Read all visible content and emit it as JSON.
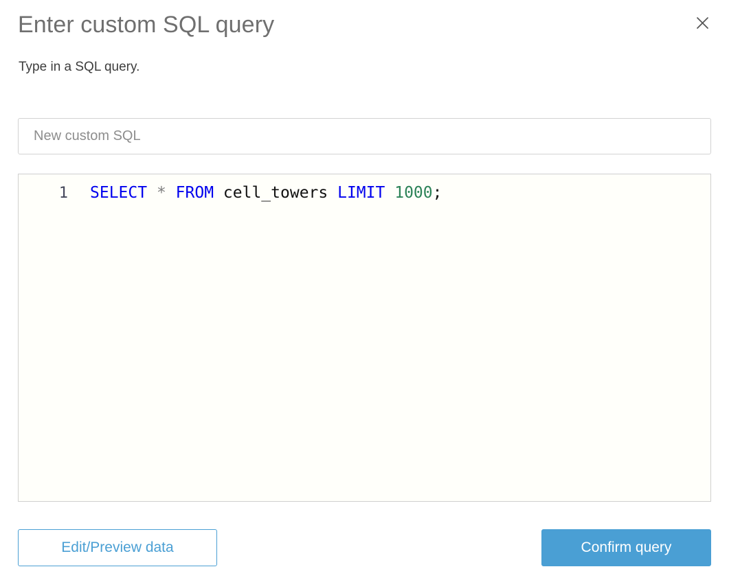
{
  "dialog": {
    "title": "Enter custom SQL query",
    "subtitle": "Type in a SQL query.",
    "close_icon": "close-icon"
  },
  "name_field": {
    "value": "New custom SQL",
    "placeholder": "New custom SQL"
  },
  "editor": {
    "lines": [
      {
        "number": "1",
        "tokens": [
          {
            "text": "SELECT",
            "type": "keyword"
          },
          {
            "text": " ",
            "type": "plain"
          },
          {
            "text": "*",
            "type": "operator"
          },
          {
            "text": " ",
            "type": "plain"
          },
          {
            "text": "FROM",
            "type": "keyword"
          },
          {
            "text": " ",
            "type": "plain"
          },
          {
            "text": "cell_towers",
            "type": "identifier"
          },
          {
            "text": " ",
            "type": "plain"
          },
          {
            "text": "LIMIT",
            "type": "keyword"
          },
          {
            "text": " ",
            "type": "plain"
          },
          {
            "text": "1000",
            "type": "number"
          },
          {
            "text": ";",
            "type": "punct"
          }
        ],
        "plain_text": "SELECT * FROM cell_towers LIMIT 1000;"
      }
    ]
  },
  "footer": {
    "secondary_label": "Edit/Preview data",
    "primary_label": "Confirm query"
  },
  "colors": {
    "accent": "#4a9fd4",
    "keyword": "#0000ee",
    "number": "#2c8257",
    "operator": "#808080",
    "title_text": "#6f6f6f",
    "body_text": "#3d3d3d",
    "editor_background": "#fffffa",
    "border": "#cfcfcf"
  }
}
